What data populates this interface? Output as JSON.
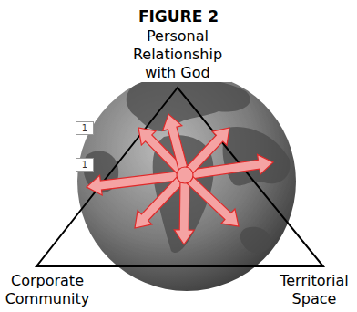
{
  "diagram": {
    "title": "FIGURE 2",
    "nodes": [
      {
        "text": [
          "1"
        ]
      },
      {
        "text": [
          "1"
        ]
      }
    ],
    "labels": [
      "Personal Relationship with God",
      "Corporate Community",
      "Territorial Space"
    ]
  }
}
